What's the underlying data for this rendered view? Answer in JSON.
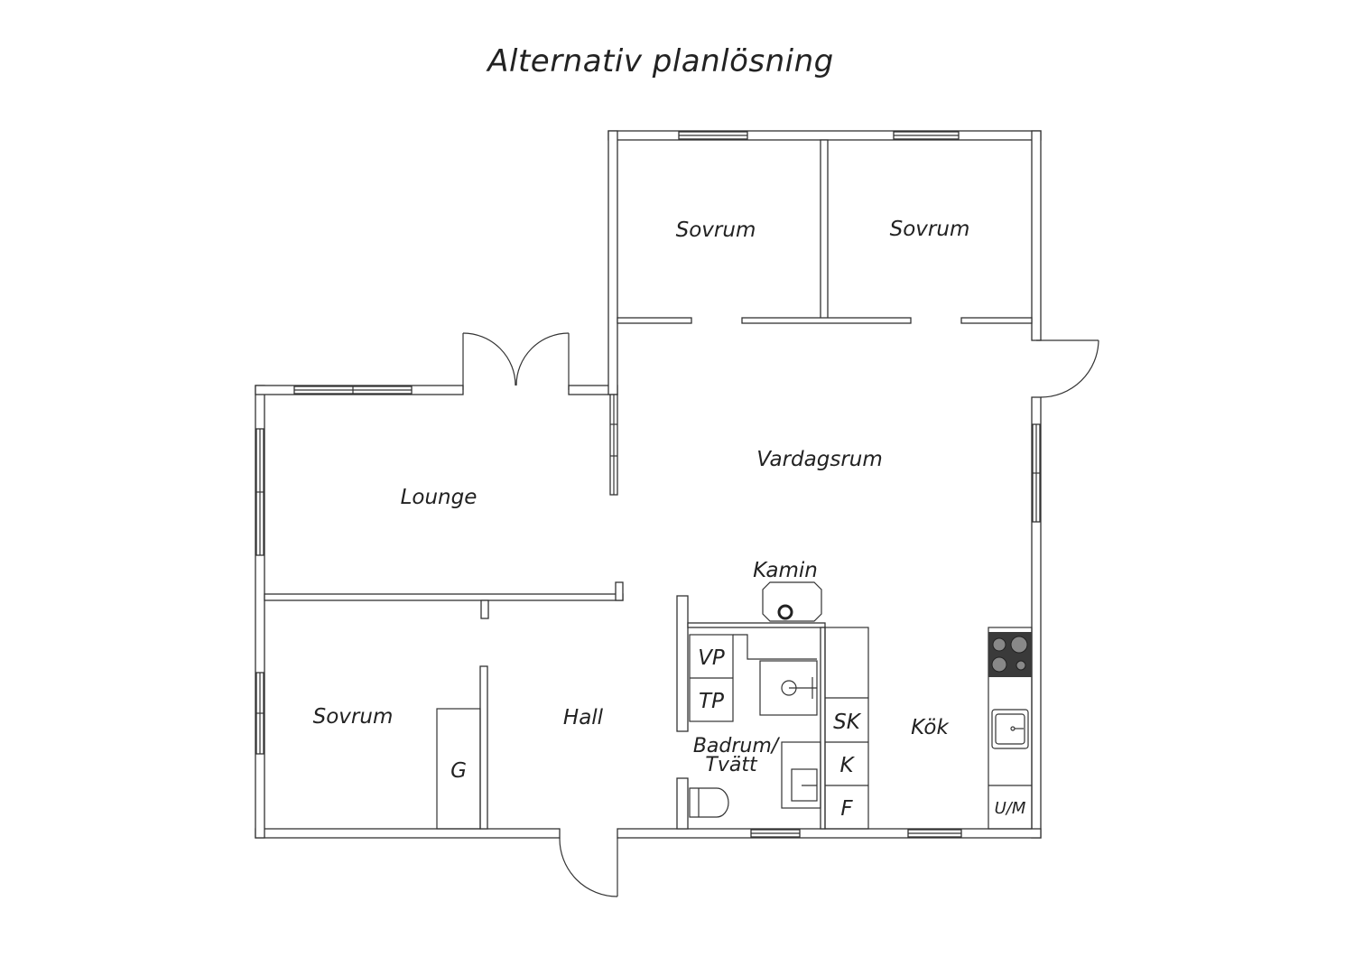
{
  "title": "Alternativ planlösning",
  "rooms": {
    "sovrum_1": "Sovrum",
    "sovrum_2": "Sovrum",
    "sovrum_3": "Sovrum",
    "vardagsrum": "Vardagsrum",
    "lounge": "Lounge",
    "kamin": "Kamin",
    "hall": "Hall",
    "closet": "G",
    "badrum_line1": "Badrum/",
    "badrum_line2": "Tvätt",
    "kok": "Kök"
  },
  "fixtures": {
    "vp": "VP",
    "tp": "TP",
    "sk": "SK",
    "k": "K",
    "f": "F",
    "um": "U/M"
  },
  "colors": {
    "line": "#333333",
    "stove": "#3a3a3a"
  }
}
